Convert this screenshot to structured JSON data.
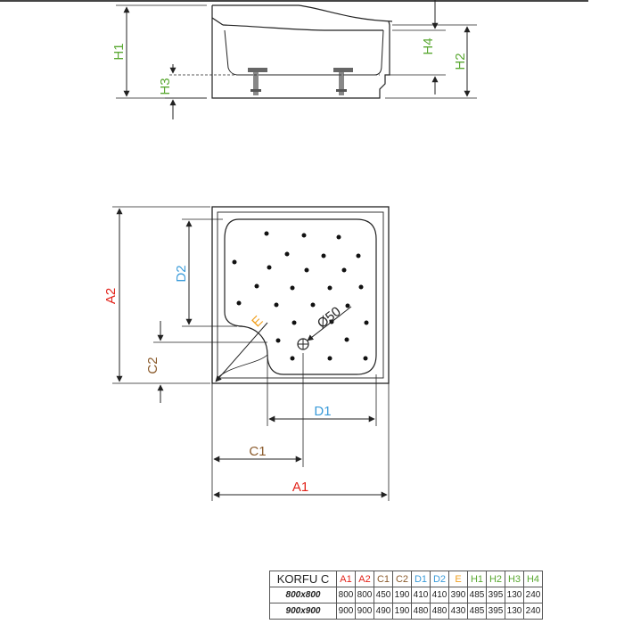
{
  "labels": {
    "H1": "H1",
    "H2": "H2",
    "H3": "H3",
    "H4": "H4",
    "A1": "A1",
    "A2": "A2",
    "C1": "C1",
    "C2": "C2",
    "D1": "D1",
    "D2": "D2",
    "E": "E",
    "drain": "Ø50"
  },
  "colors": {
    "A": "#e2231a",
    "C": "#8a5a2b",
    "D": "#3a9bd9",
    "E": "#f0a020",
    "H": "#5aa832",
    "line": "#222222"
  },
  "table": {
    "model": "KORFU C",
    "headers": [
      "A1",
      "A2",
      "C1",
      "C2",
      "D1",
      "D2",
      "E",
      "H1",
      "H2",
      "H3",
      "H4"
    ],
    "rows": [
      {
        "size": "800x800",
        "values": [
          "800",
          "800",
          "450",
          "190",
          "410",
          "410",
          "390",
          "485",
          "395",
          "130",
          "240"
        ]
      },
      {
        "size": "900x900",
        "values": [
          "900",
          "900",
          "490",
          "190",
          "480",
          "480",
          "430",
          "485",
          "395",
          "130",
          "240"
        ]
      }
    ]
  }
}
